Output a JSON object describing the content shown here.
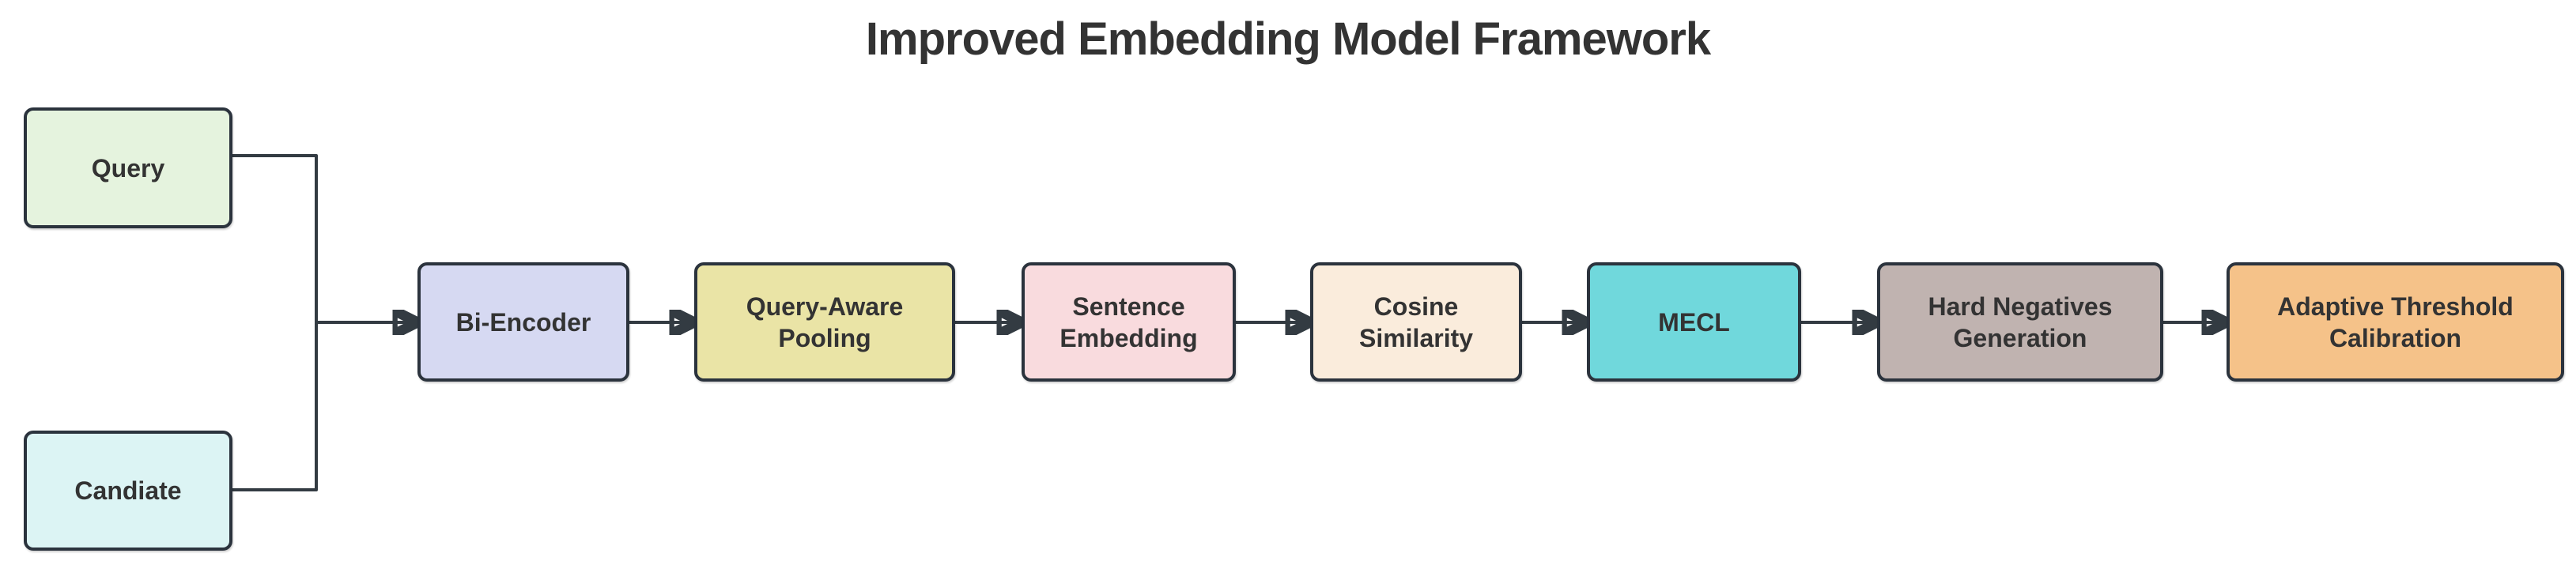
{
  "title": "Improved Embedding Model Framework",
  "colors": {
    "background": "#FFFFFF",
    "node_border": "#2B333D",
    "edge_line": "#333B42",
    "text": "#333333"
  },
  "nodes": [
    {
      "id": "query",
      "label": "Query",
      "fill": "#E5F3DE"
    },
    {
      "id": "candidate",
      "label": "Candiate",
      "fill": "#DCF4F4"
    },
    {
      "id": "bi-encoder",
      "label": "Bi-Encoder",
      "fill": "#D6D9F2"
    },
    {
      "id": "query-aware-pooling",
      "label": "Query-Aware Pooling",
      "fill": "#EAE4A6"
    },
    {
      "id": "sentence-embedding",
      "label": "Sentence Embedding",
      "fill": "#F9DBDE"
    },
    {
      "id": "cosine-similarity",
      "label": "Cosine Similarity",
      "fill": "#FAECDC"
    },
    {
      "id": "mecl",
      "label": "MECL",
      "fill": "#70D8DC"
    },
    {
      "id": "hard-negatives-generation",
      "label": "Hard Negatives Generation",
      "fill": "#C0B3B0"
    },
    {
      "id": "adaptive-threshold-calibration",
      "label": "Adaptive Threshold Calibration",
      "fill": "#F5C289"
    }
  ],
  "edges": [
    {
      "from": "query",
      "to": "bi-encoder"
    },
    {
      "from": "candidate",
      "to": "bi-encoder"
    },
    {
      "from": "bi-encoder",
      "to": "query-aware-pooling"
    },
    {
      "from": "query-aware-pooling",
      "to": "sentence-embedding"
    },
    {
      "from": "sentence-embedding",
      "to": "cosine-similarity"
    },
    {
      "from": "cosine-similarity",
      "to": "mecl"
    },
    {
      "from": "mecl",
      "to": "hard-negatives-generation"
    },
    {
      "from": "hard-negatives-generation",
      "to": "adaptive-threshold-calibration"
    }
  ]
}
